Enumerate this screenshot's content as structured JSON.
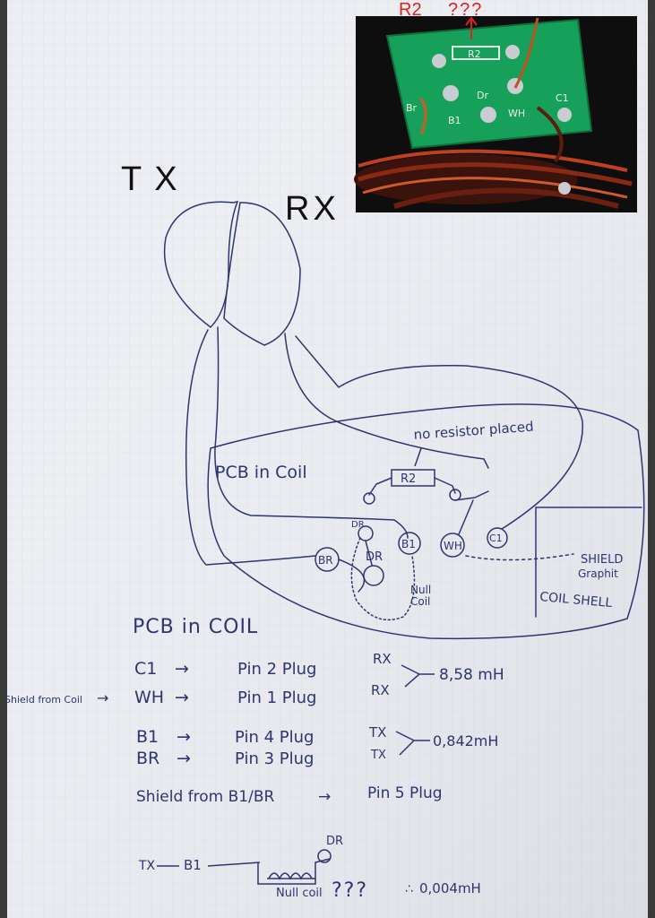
{
  "photo": {
    "label_r2": "R2",
    "label_q": "???",
    "pcb_labels": [
      "R2",
      "Br",
      "Dr",
      "B1",
      "WH",
      "C1"
    ]
  },
  "coils": {
    "tx": "TX",
    "rx": "RX"
  },
  "diagram": {
    "no_resistor": "no resistor placed",
    "pcb_in_coil": "PCB in Coil",
    "r2": "R2",
    "dr_small": "DR",
    "dr": "DR",
    "b1": "B1",
    "wh": "WH",
    "c1": "C1",
    "br": "BR",
    "null_coil": "Null\nCoil",
    "shield": "SHIELD",
    "graphit": "Graphit",
    "coil_shell": "COIL SHELL"
  },
  "notes": {
    "heading": "PCB in COIL",
    "row1_from": "C1",
    "row1_to": "Pin 2 Plug",
    "row2_prefix": "Shield from Coil",
    "row2_from": "WH",
    "row2_to": "Pin 1 Plug",
    "rx_a": "RX",
    "rx_b": "RX",
    "rx_val": "8,58 mH",
    "row3_from": "B1",
    "row3_to": "Pin 4 Plug",
    "row4_from": "BR",
    "row4_to": "Pin 3 Plug",
    "tx_a": "TX",
    "tx_b": "TX",
    "tx_val": "0,842mH",
    "shield_line": "Shield from B1/BR",
    "shield_to": "Pin 5 Plug",
    "bottom_tx": "TX",
    "bottom_b1": "B1",
    "bottom_dr": "DR",
    "bottom_null": "Null coil",
    "bottom_q": "???",
    "bottom_val": "0,004mH"
  }
}
